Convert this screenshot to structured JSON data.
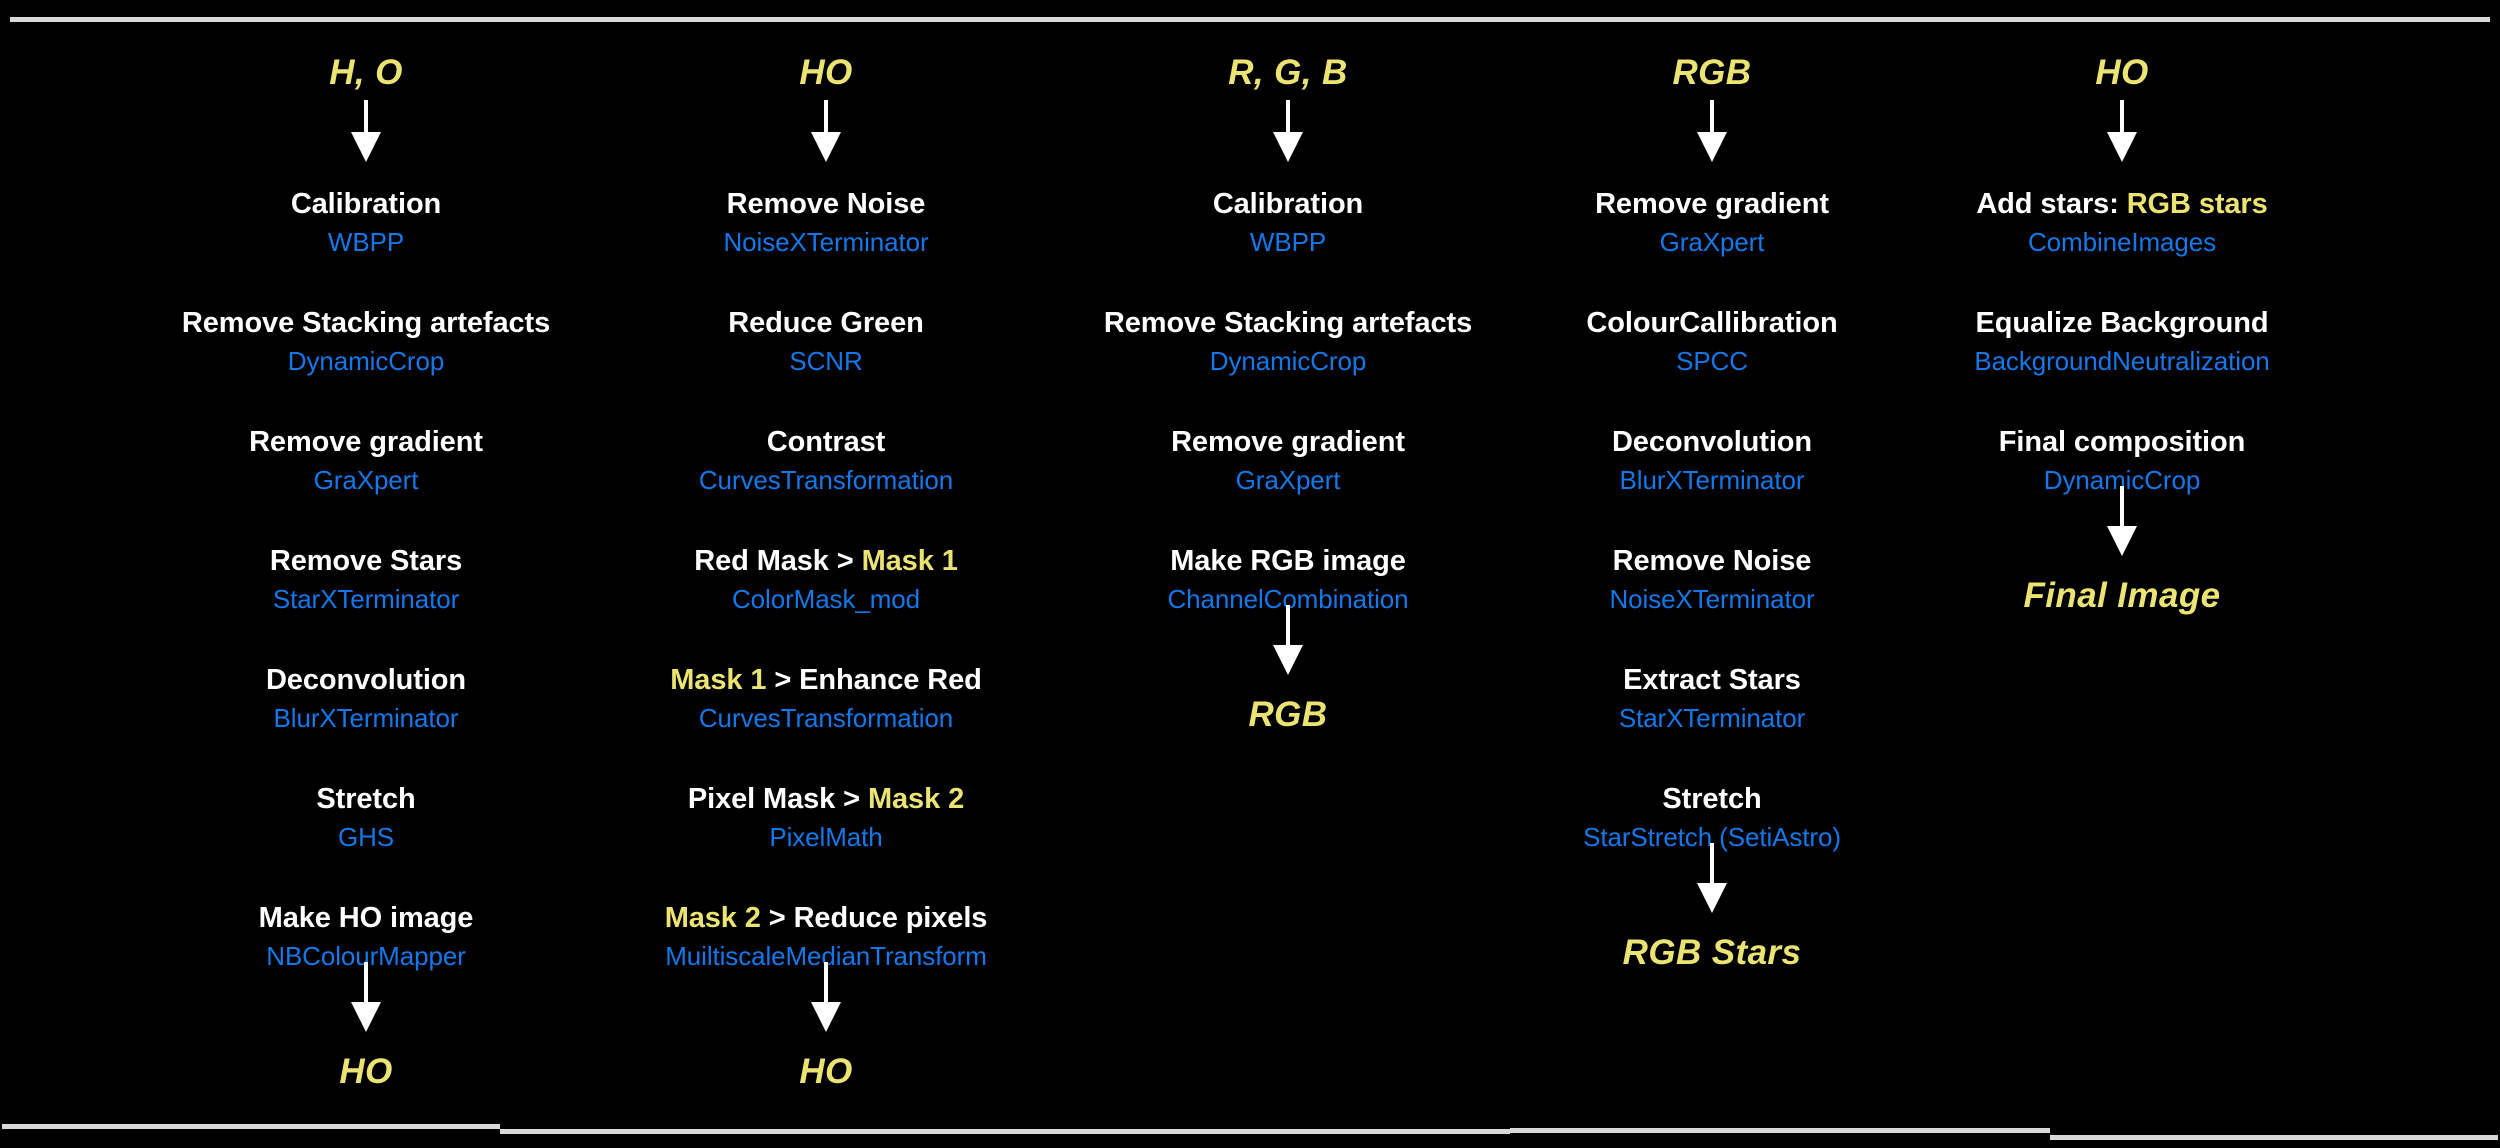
{
  "palette": {
    "background": "#000000",
    "terminal_yellow": "#ece472",
    "step_white": "#ffffff",
    "tool_blue": "#1478ea",
    "rule_gray": "#d8d8d8"
  },
  "columns": [
    {
      "id": "col-ho-mono",
      "nodes": [
        {
          "kind": "terminal",
          "text": "H, O"
        },
        {
          "kind": "arrow"
        },
        {
          "kind": "step",
          "title": "Calibration",
          "tool": "WBPP"
        },
        {
          "kind": "step",
          "title": "Remove Stacking artefacts",
          "tool": "DynamicCrop"
        },
        {
          "kind": "step",
          "title": "Remove gradient",
          "tool": "GraXpert"
        },
        {
          "kind": "step",
          "title": "Remove Stars",
          "tool": "StarXTerminator"
        },
        {
          "kind": "step",
          "title": "Deconvolution",
          "tool": "BlurXTerminator"
        },
        {
          "kind": "step",
          "title": "Stretch",
          "tool": "GHS"
        },
        {
          "kind": "step",
          "title": "Make HO image",
          "tool": "NBColourMapper"
        },
        {
          "kind": "arrow"
        },
        {
          "kind": "terminal",
          "text": "HO"
        }
      ]
    },
    {
      "id": "col-ho-enhance",
      "nodes": [
        {
          "kind": "terminal",
          "text": "HO"
        },
        {
          "kind": "arrow"
        },
        {
          "kind": "step",
          "title": "Remove Noise",
          "tool": "NoiseXTerminator"
        },
        {
          "kind": "step",
          "title": "Reduce Green",
          "tool": "SCNR"
        },
        {
          "kind": "step",
          "title": "Contrast",
          "tool": "CurvesTransformation"
        },
        {
          "kind": "step",
          "title_parts": [
            {
              "text": "Red Mask > ",
              "highlight": false
            },
            {
              "text": "Mask 1",
              "highlight": true
            }
          ],
          "tool": "ColorMask_mod"
        },
        {
          "kind": "step",
          "title_parts": [
            {
              "text": "Mask 1",
              "highlight": true
            },
            {
              "text": " > Enhance Red",
              "highlight": false
            }
          ],
          "tool": "CurvesTransformation"
        },
        {
          "kind": "step",
          "title_parts": [
            {
              "text": "Pixel Mask > ",
              "highlight": false
            },
            {
              "text": "Mask 2",
              "highlight": true
            }
          ],
          "tool": "PixelMath"
        },
        {
          "kind": "step",
          "title_parts": [
            {
              "text": "Mask 2",
              "highlight": true
            },
            {
              "text": " > Reduce pixels",
              "highlight": false
            }
          ],
          "tool": "MuiltiscaleMedianTransform"
        },
        {
          "kind": "arrow"
        },
        {
          "kind": "terminal",
          "text": "HO"
        }
      ]
    },
    {
      "id": "col-rgb-build",
      "nodes": [
        {
          "kind": "terminal",
          "text": "R, G, B"
        },
        {
          "kind": "arrow"
        },
        {
          "kind": "step",
          "title": "Calibration",
          "tool": "WBPP"
        },
        {
          "kind": "step",
          "title": "Remove Stacking artefacts",
          "tool": "DynamicCrop"
        },
        {
          "kind": "step",
          "title": "Remove gradient",
          "tool": "GraXpert"
        },
        {
          "kind": "step",
          "title": "Make RGB image",
          "tool": "ChannelCombination"
        },
        {
          "kind": "arrow"
        },
        {
          "kind": "terminal",
          "text": "RGB"
        }
      ]
    },
    {
      "id": "col-rgb-stars",
      "nodes": [
        {
          "kind": "terminal",
          "text": "RGB"
        },
        {
          "kind": "arrow"
        },
        {
          "kind": "step",
          "title": "Remove gradient",
          "tool": "GraXpert"
        },
        {
          "kind": "step",
          "title": "ColourCallibration",
          "tool": "SPCC"
        },
        {
          "kind": "step",
          "title": "Deconvolution",
          "tool": "BlurXTerminator"
        },
        {
          "kind": "step",
          "title": "Remove Noise",
          "tool": "NoiseXTerminator"
        },
        {
          "kind": "step",
          "title": "Extract Stars",
          "tool": "StarXTerminator"
        },
        {
          "kind": "step",
          "title": "Stretch",
          "tool": "StarStretch (SetiAstro)"
        },
        {
          "kind": "arrow"
        },
        {
          "kind": "terminal",
          "text": "RGB Stars"
        }
      ]
    },
    {
      "id": "col-final",
      "nodes": [
        {
          "kind": "terminal",
          "text": "HO"
        },
        {
          "kind": "arrow"
        },
        {
          "kind": "step",
          "title_parts": [
            {
              "text": "Add stars: ",
              "highlight": false
            },
            {
              "text": "RGB stars",
              "highlight": true
            }
          ],
          "tool": "CombineImages"
        },
        {
          "kind": "step",
          "title": "Equalize Background",
          "tool": "BackgroundNeutralization"
        },
        {
          "kind": "step",
          "title": "Final composition",
          "tool": "DynamicCrop"
        },
        {
          "kind": "arrow"
        },
        {
          "kind": "terminal",
          "text": "Final Image"
        }
      ]
    }
  ]
}
